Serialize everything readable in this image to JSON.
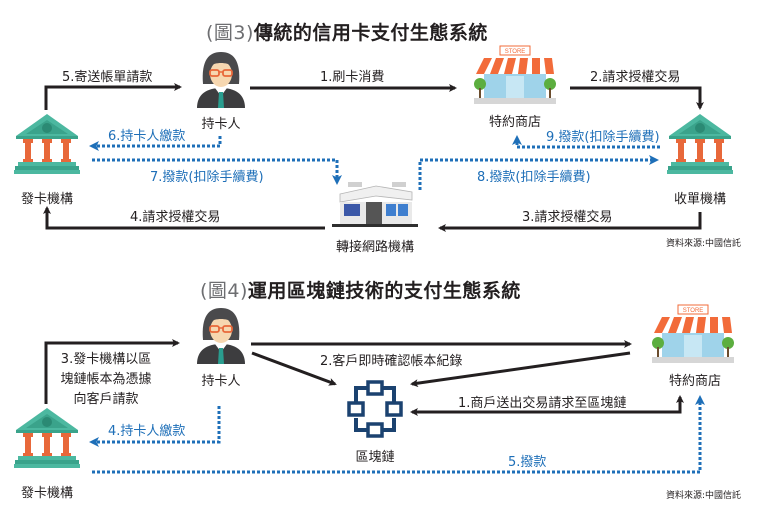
{
  "colors": {
    "flow_black": "#231f20",
    "flow_blue": "#1e6fb8",
    "bank_teal": "#4cb8a0",
    "bank_column": "#e8683a",
    "store_awning": "#f26b3a",
    "blockchain_navy": "#1b4270"
  },
  "figure3": {
    "title_prefix": "(圖3)",
    "title": "傳統的信用卡支付生態系統",
    "nodes": {
      "cardholder": {
        "label": "持卡人",
        "icon": "cardholder-person-icon"
      },
      "merchant": {
        "label": "特約商店",
        "icon": "store-icon",
        "sign": "STORE"
      },
      "issuer": {
        "label": "發卡機構",
        "icon": "bank-icon"
      },
      "acquirer": {
        "label": "收單機構",
        "icon": "bank-icon"
      },
      "network": {
        "label": "轉接網路機構",
        "icon": "building-icon"
      }
    },
    "flows": [
      {
        "step": "1.刷卡消費",
        "type": "solid"
      },
      {
        "step": "2.請求授權交易",
        "type": "solid"
      },
      {
        "step": "3.請求授權交易",
        "type": "solid"
      },
      {
        "step": "4.請求授權交易",
        "type": "solid"
      },
      {
        "step": "5.寄送帳單請款",
        "type": "solid"
      },
      {
        "step": "6.持卡人繳款",
        "type": "dotted"
      },
      {
        "step": "7.撥款(扣除手續費)",
        "type": "dotted"
      },
      {
        "step": "8.撥款(扣除手續費)",
        "type": "dotted"
      },
      {
        "step": "9.撥款(扣除手續費)",
        "type": "dotted"
      }
    ],
    "source": "資料來源:中國信託"
  },
  "figure4": {
    "title_prefix": "(圖4)",
    "title": "運用區塊鏈技術的支付生態系統",
    "nodes": {
      "cardholder": {
        "label": "持卡人",
        "icon": "cardholder-person-icon"
      },
      "merchant": {
        "label": "特約商店",
        "icon": "store-icon",
        "sign": "STORE"
      },
      "issuer": {
        "label": "發卡機構",
        "icon": "bank-icon"
      },
      "blockchain": {
        "label": "區塊鏈",
        "icon": "blockchain-icon"
      }
    },
    "flows": [
      {
        "step": "1.商戶送出交易請求至區塊鏈",
        "type": "solid"
      },
      {
        "step": "2.客戶即時確認帳本紀錄",
        "type": "solid"
      },
      {
        "step_lines": [
          "3.發卡機構以區",
          "塊鏈帳本為憑據",
          "向客戶請款"
        ],
        "type": "solid"
      },
      {
        "step": "4.持卡人繳款",
        "type": "dotted"
      },
      {
        "step": "5.撥款",
        "type": "dotted"
      }
    ],
    "source": "資料來源:中國信託"
  }
}
